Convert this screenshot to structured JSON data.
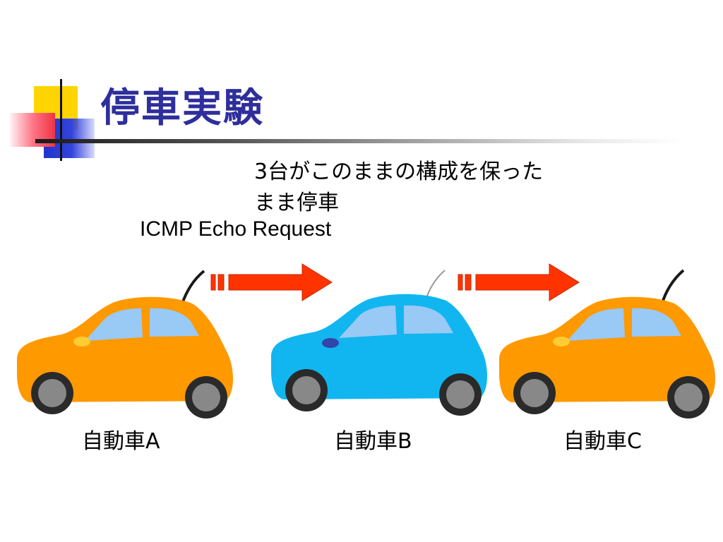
{
  "slide": {
    "title": "停車実験",
    "description_lines": [
      "3台がこのままの構成を保った",
      "まま停車"
    ],
    "packet_label": "ICMP Echo Request"
  },
  "cars": [
    {
      "label": "自動車A",
      "color": "#ff9900",
      "light": "#ffcc33"
    },
    {
      "label": "自動車B",
      "color": "#11b6f0",
      "light": "#3344aa"
    },
    {
      "label": "自動車C",
      "color": "#ff9900",
      "light": "#ffcc33"
    }
  ],
  "colors": {
    "title": "#2e2e9c",
    "arrow": "#ff3300",
    "window": "#99c9f5",
    "wheel": "#888888",
    "tire": "#2a2a2a"
  },
  "icons": [
    "packet-arrow-icon",
    "antenna-icon",
    "car-icon"
  ]
}
